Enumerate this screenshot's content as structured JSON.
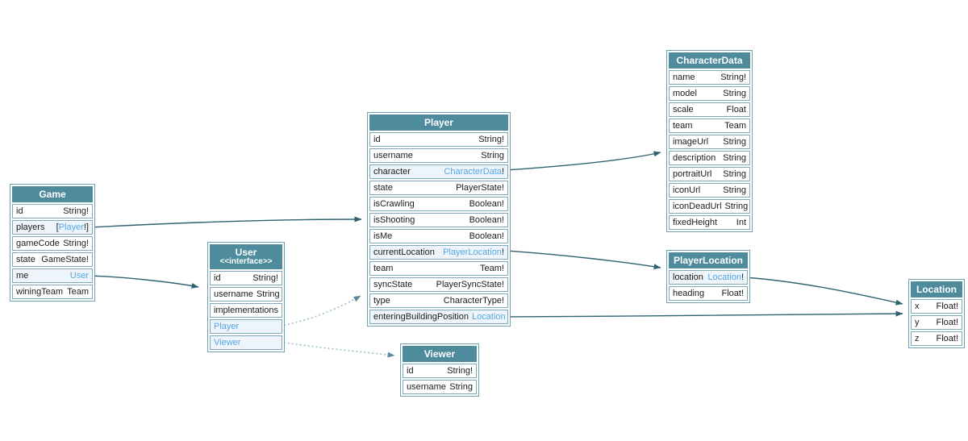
{
  "colors": {
    "header_bg": "#4e8b9d",
    "link_text": "#57a6e4",
    "link_row_bg": "#edf5fa",
    "row_border": "#7fa9b6",
    "edge_solid": "#2f6372",
    "edge_dotted": "#9dbec7",
    "edge_dotted_head": "#5d8a98",
    "background": "#ffffff"
  },
  "tables": {
    "game": {
      "title": "Game",
      "fields": [
        {
          "name": "id",
          "type": "String!"
        },
        {
          "name": "players",
          "type_prefix": "[",
          "type_link": "Player",
          "type_suffix": "!]"
        },
        {
          "name": "gameCode",
          "type": "String!"
        },
        {
          "name": "state",
          "type": "GameState!"
        },
        {
          "name": "me",
          "type_link": "User"
        },
        {
          "name": "winingTeam",
          "type": "Team"
        }
      ]
    },
    "user": {
      "title": "User",
      "subtitle": "<<interface>>",
      "fields": [
        {
          "name": "id",
          "type": "String!"
        },
        {
          "name": "username",
          "type": "String"
        },
        {
          "label": "implementations"
        },
        {
          "link_label": "Player"
        },
        {
          "link_label": "Viewer"
        }
      ]
    },
    "player": {
      "title": "Player",
      "fields": [
        {
          "name": "id",
          "type": "String!"
        },
        {
          "name": "username",
          "type": "String"
        },
        {
          "name": "character",
          "type_link": "CharacterData",
          "type_suffix": "!"
        },
        {
          "name": "state",
          "type": "PlayerState!"
        },
        {
          "name": "isCrawling",
          "type": "Boolean!"
        },
        {
          "name": "isShooting",
          "type": "Boolean!"
        },
        {
          "name": "isMe",
          "type": "Boolean!"
        },
        {
          "name": "currentLocation",
          "type_link": "PlayerLocation",
          "type_suffix": "!"
        },
        {
          "name": "team",
          "type": "Team!"
        },
        {
          "name": "syncState",
          "type": "PlayerSyncState!"
        },
        {
          "name": "type",
          "type": "CharacterType!"
        },
        {
          "name": "enteringBuildingPosition",
          "type_link": "Location"
        }
      ]
    },
    "characterdata": {
      "title": "CharacterData",
      "fields": [
        {
          "name": "name",
          "type": "String!"
        },
        {
          "name": "model",
          "type": "String"
        },
        {
          "name": "scale",
          "type": "Float"
        },
        {
          "name": "team",
          "type": "Team"
        },
        {
          "name": "imageUrl",
          "type": "String"
        },
        {
          "name": "description",
          "type": "String"
        },
        {
          "name": "portraitUrl",
          "type": "String"
        },
        {
          "name": "iconUrl",
          "type": "String"
        },
        {
          "name": "iconDeadUrl",
          "type": "String"
        },
        {
          "name": "fixedHeight",
          "type": "Int"
        }
      ]
    },
    "playerlocation": {
      "title": "PlayerLocation",
      "fields": [
        {
          "name": "location",
          "type_link": "Location",
          "type_suffix": "!"
        },
        {
          "name": "heading",
          "type": "Float!"
        }
      ]
    },
    "location": {
      "title": "Location",
      "fields": [
        {
          "name": "x",
          "type": "Float!"
        },
        {
          "name": "y",
          "type": "Float!"
        },
        {
          "name": "z",
          "type": "Float!"
        }
      ]
    },
    "viewer": {
      "title": "Viewer",
      "fields": [
        {
          "name": "id",
          "type": "String!"
        },
        {
          "name": "username",
          "type": "String"
        }
      ]
    }
  },
  "edges": [
    {
      "from": "Game.players",
      "to": "Player",
      "style": "solid"
    },
    {
      "from": "Game.me",
      "to": "User",
      "style": "solid"
    },
    {
      "from": "Player.character",
      "to": "CharacterData",
      "style": "solid"
    },
    {
      "from": "Player.currentLocation",
      "to": "PlayerLocation",
      "style": "solid"
    },
    {
      "from": "Player.enteringBuildingPosition",
      "to": "Location",
      "style": "solid"
    },
    {
      "from": "PlayerLocation.location",
      "to": "Location",
      "style": "solid"
    },
    {
      "from": "User.Player",
      "to": "Player",
      "style": "dotted"
    },
    {
      "from": "User.Viewer",
      "to": "Viewer",
      "style": "dotted"
    }
  ]
}
